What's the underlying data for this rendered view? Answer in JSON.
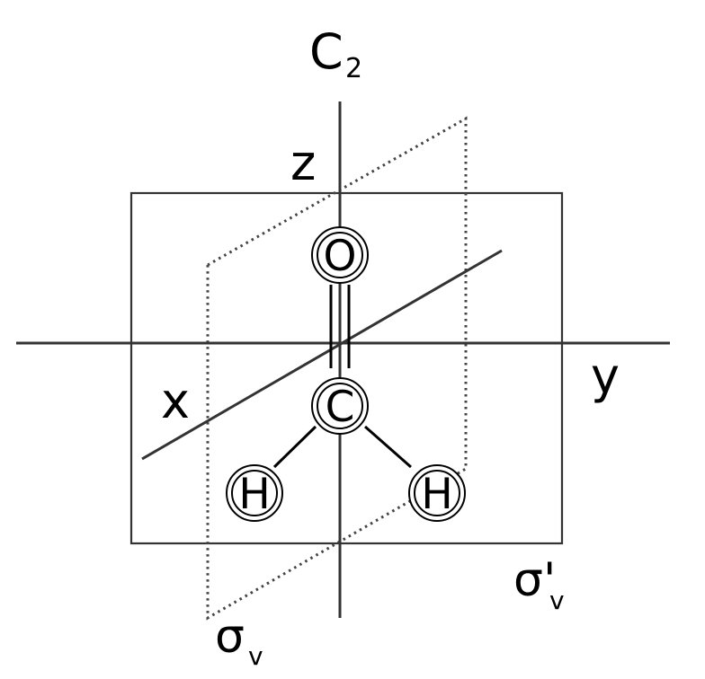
{
  "labels": {
    "c2": "C",
    "c2_sub": "2",
    "z": "z",
    "x": "x",
    "y": "y",
    "sigma_v": "σ",
    "sigma_v_sub": "v",
    "sigma_v_prime": "σ'",
    "sigma_v_prime_sub": "v"
  },
  "atoms": {
    "oxygen": "O",
    "carbon": "C",
    "hydrogen_left": "H",
    "hydrogen_right": "H"
  },
  "colors": {
    "line": "#333333",
    "text": "#000000",
    "background": "#ffffff"
  }
}
